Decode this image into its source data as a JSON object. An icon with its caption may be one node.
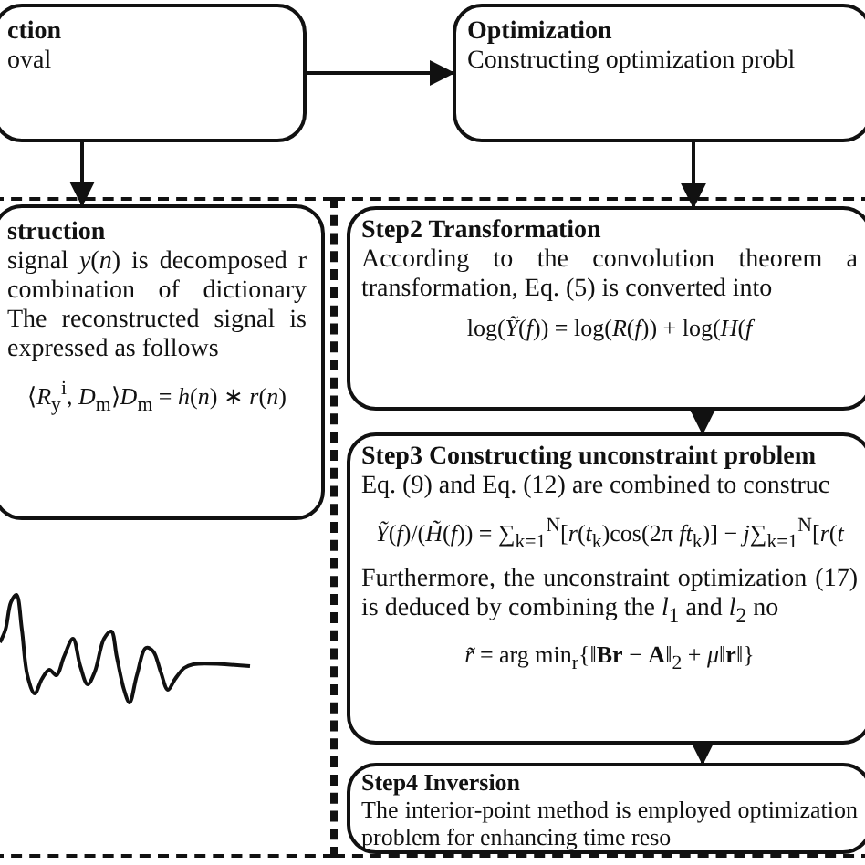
{
  "diagram": {
    "nodes": [
      {
        "text": [
          "ction",
          "oval"
        ]
      },
      {
        "text": [
          "Optimization",
          "Constructing optimization probl"
        ]
      },
      {
        "text": [],
        "shape": "box"
      },
      {
        "text": [
          "struction",
          "signal *y*(*n*) is decomposed r combination of dictionary The reconstructed signal is expressed as follows",
          "⟨*R*$_{y}$$^{i}$, *D*$_{m}$⟩*D*$_{m}$ = *h*(*n*) ∗ *r*(*n*)"
        ],
        "in": 2
      },
      {
        "text": [],
        "shape": "box"
      },
      {
        "text": [
          "Step2 Transformation",
          "According to the convolution theorem a transformation, Eq. (5) is converted into",
          "log(*Ỹ*(*f*)) = log(*R*(*f*)) + log(*H*(*f*"
        ],
        "in": 4
      },
      {
        "text": [
          "Step3 Constructing unconstraint problem",
          "Eq. (9) and Eq. (12) are combined to construc",
          "*Ỹ*(*f*)/(*H̃*(*f*)) = ∑$_{k=1}$$^{N}$[*r*(*t*$_{k}$)cos(2π *ft*$_{k}$)] − *j*∑$_{k=1}$$^{N}$[*r*(*t*",
          "Furthermore, the unconstraint optimization (17) is deduced by combining the *l*$_{1}$ and *l*$_{2}$ no",
          "*r̃* = arg min$_{r}${‖**Br** − **A**‖$_{2}$ + *μ*‖**r**‖}"
        ],
        "in": 4
      },
      {
        "text": [
          "Step4 Inversion",
          "The interior-point method is employed optimization problem for enhancing time reso"
        ],
        "in": 4
      }
    ],
    "edges": [
      {
        "from": 0,
        "to": 1,
        "arrow": "to"
      },
      {
        "from": 0,
        "to": 3,
        "arrow": "to"
      },
      {
        "from": 1,
        "to": 5,
        "arrow": "to"
      },
      {
        "from": 5,
        "to": 6,
        "arrow": "to"
      },
      {
        "from": 6,
        "to": 7,
        "arrow": "to"
      }
    ]
  }
}
